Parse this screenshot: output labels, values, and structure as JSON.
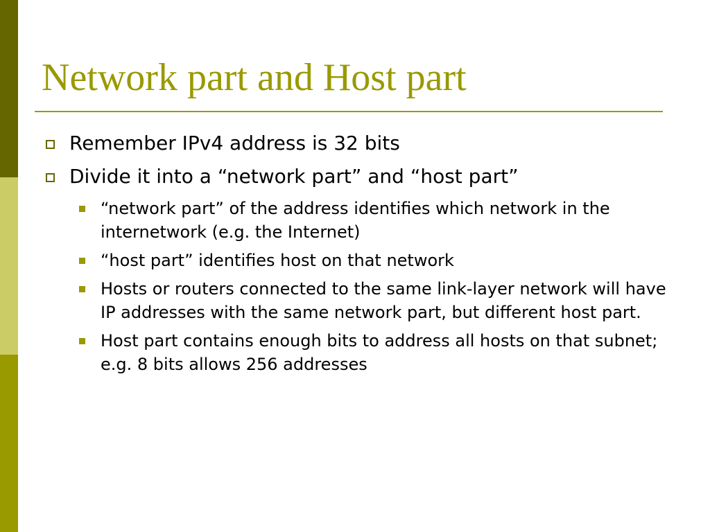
{
  "slide": {
    "title": "Network part and Host part",
    "bullets": [
      "Remember IPv4 address is 32 bits",
      "Divide it into a “network part” and “host part”"
    ],
    "sub_bullets": [
      "“network part” of the address identifies which network in the internetwork (e.g. the Internet)",
      "“host part” identifies host on that network",
      "Hosts or routers connected to the same link-layer network will have IP addresses with the same network part, but different host part.",
      "Host part contains enough bits to address all hosts on that subnet; e.g. 8 bits allows 256 addresses"
    ]
  },
  "colors": {
    "accent": "#999900",
    "dark_accent": "#666600",
    "light_accent": "#cccc66"
  },
  "icons": {
    "level1_bullet": "hollow-square-icon",
    "level2_bullet": "filled-square-icon"
  }
}
